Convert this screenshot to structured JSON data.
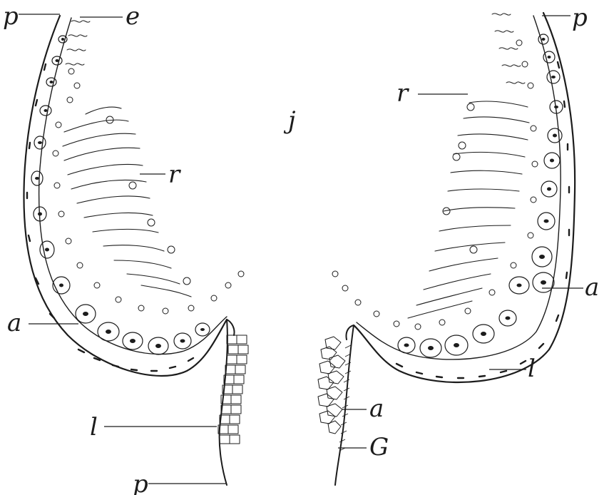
{
  "figure": {
    "labels": {
      "p_top_left": "p",
      "e": "e",
      "p_top_right": "p",
      "r_right": "r",
      "j": "j",
      "r_left": "r",
      "a_right": "a",
      "a_left": "a",
      "l_right": "l",
      "l_left": "l",
      "a_bottom": "a",
      "G": "G",
      "p_bottom": "p"
    },
    "ink_color": "#1c1c1c"
  }
}
